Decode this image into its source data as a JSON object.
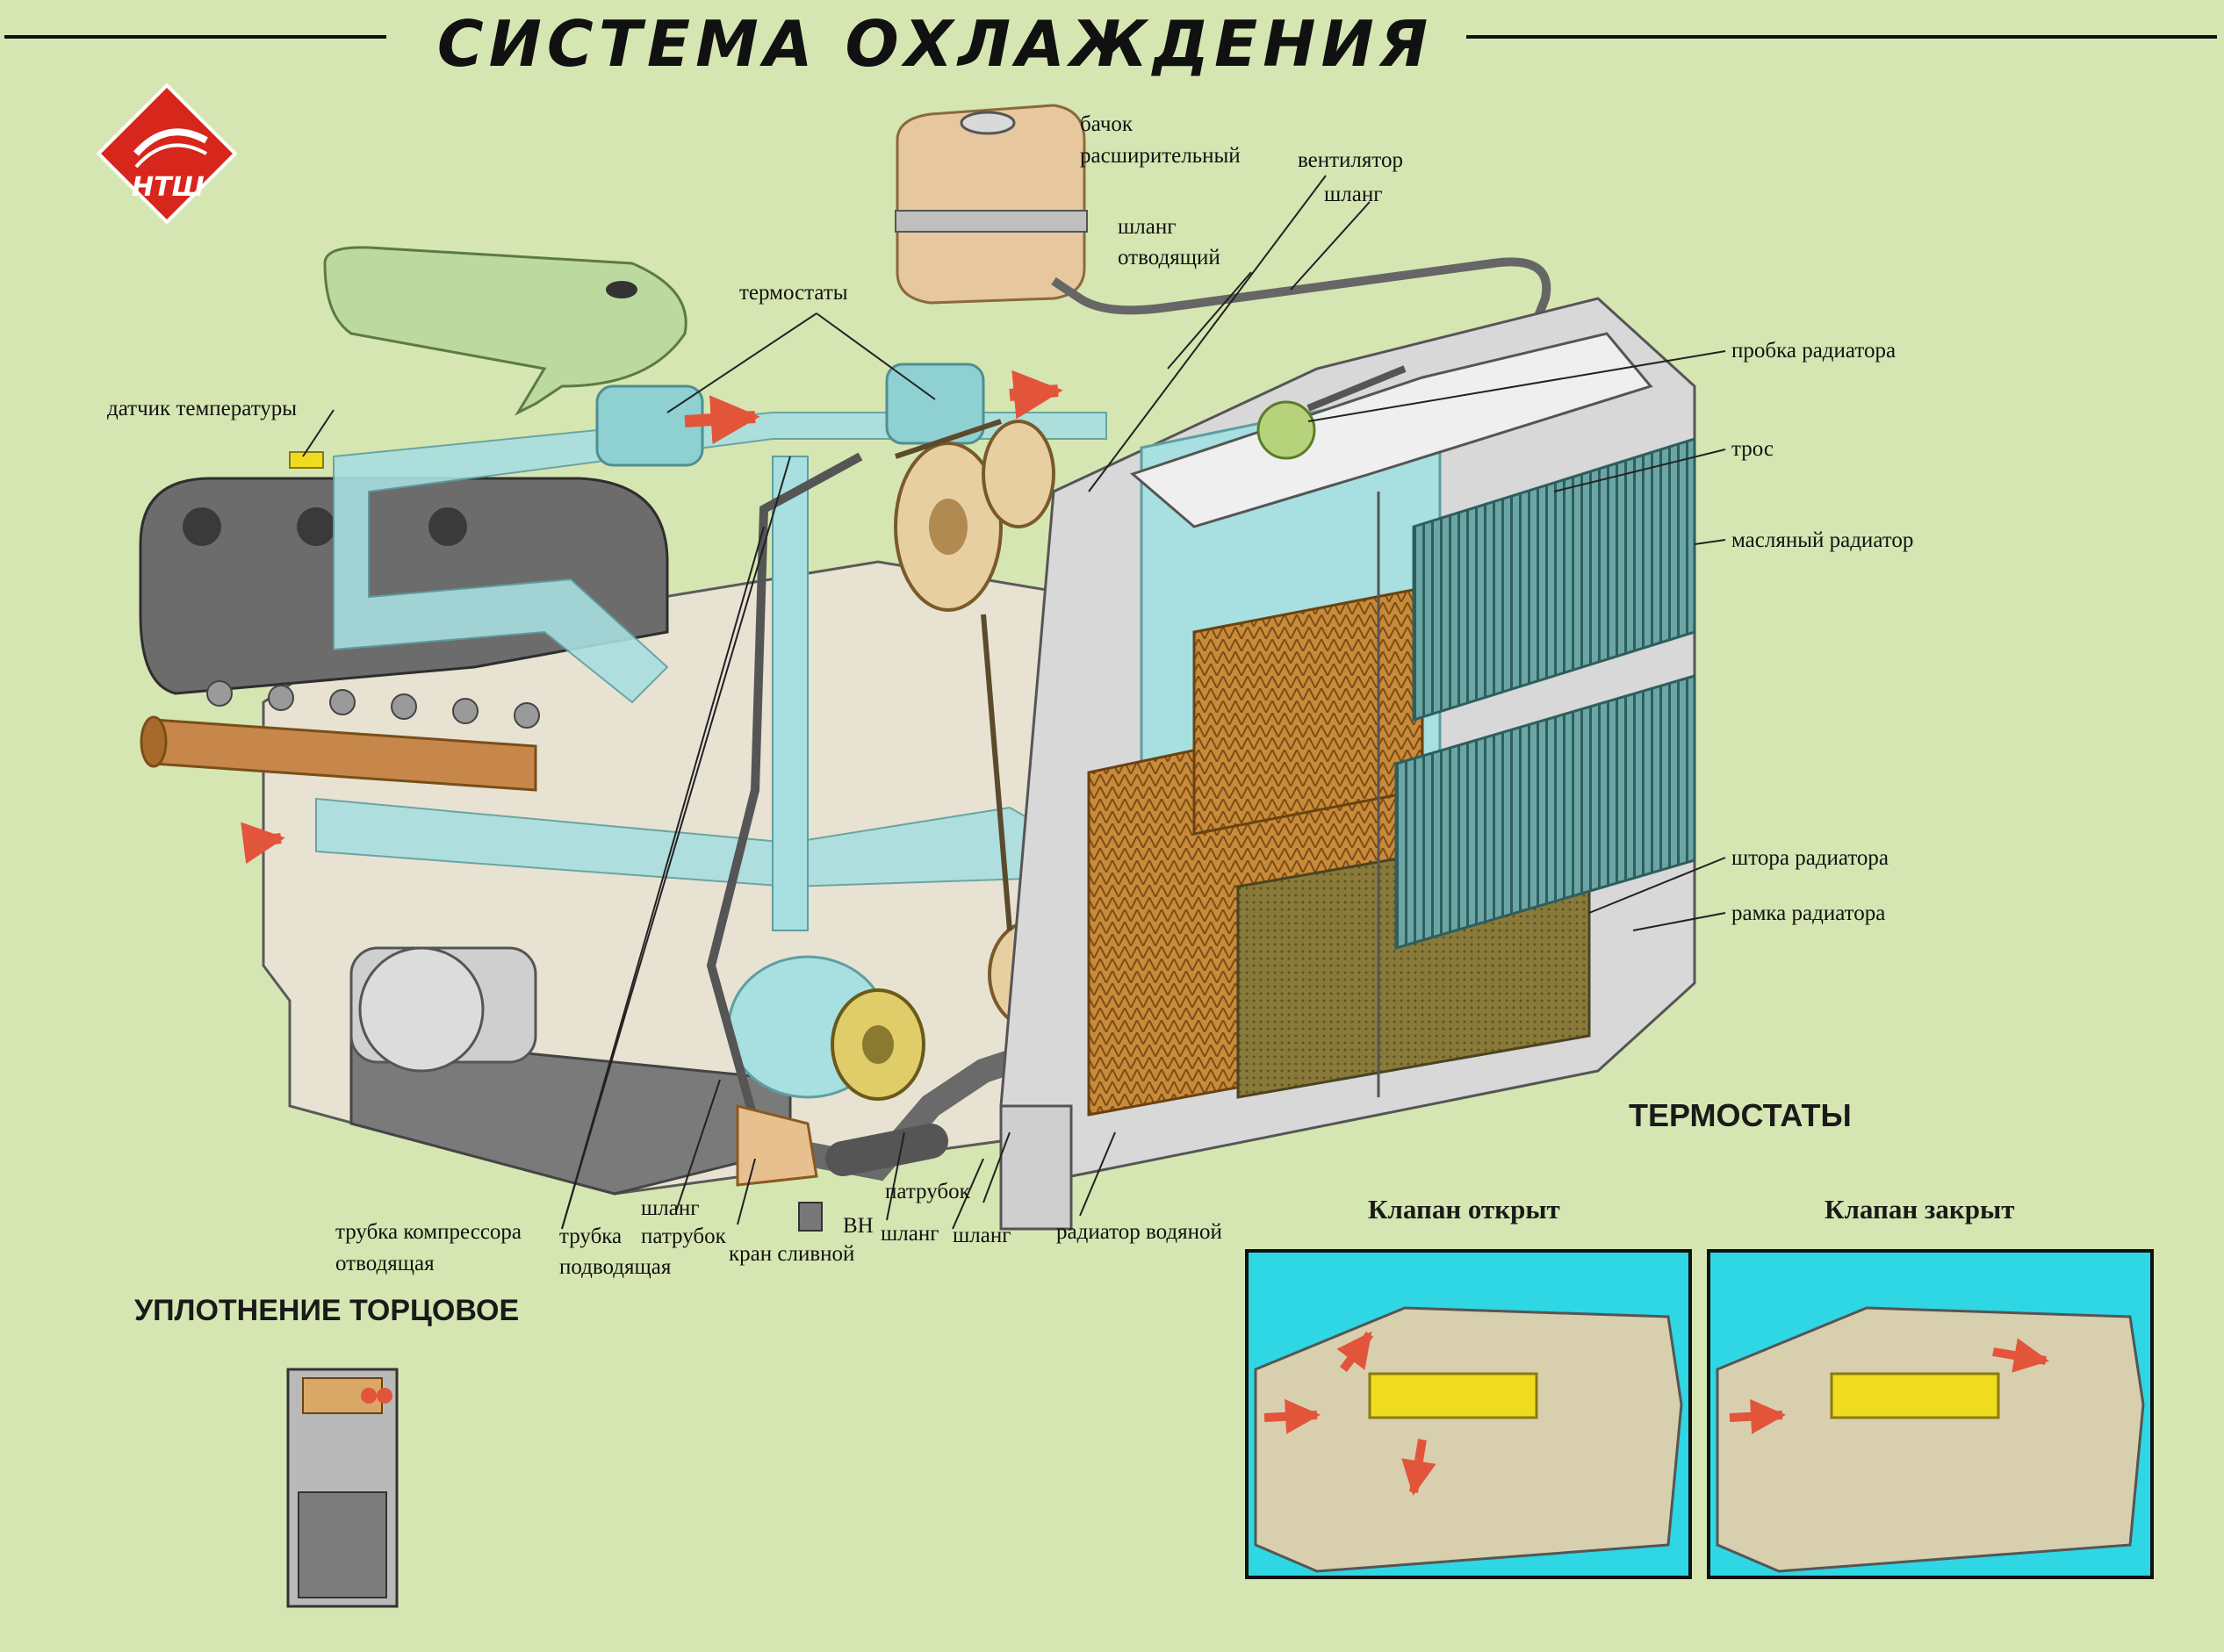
{
  "title": "СИСТЕМА  ОХЛАЖДЕНИЯ",
  "logo": {
    "text": "НТШ"
  },
  "labels": {
    "expansion_tank_1": "бачок",
    "expansion_tank_2": "расширительный",
    "fan": "вентилятор",
    "hose_top": "шланг",
    "outlet_hose_1": "шланг",
    "outlet_hose_2": "отводящий",
    "thermostats": "термостаты",
    "temp_sensor": "датчик температуры",
    "radiator_cap": "пробка радиатора",
    "cable": "трос",
    "oil_radiator": "масляный радиатор",
    "radiator_shutter": "штора радиатора",
    "radiator_frame": "рамка радиатора",
    "compressor_pipe_1": "трубка компрессора",
    "compressor_pipe_2": "отводящая",
    "supply_pipe_1": "трубка",
    "supply_pipe_2": "подводящая",
    "hose_a": "шланг",
    "pipe_a": "патрубок",
    "drain_valve": "кран сливной",
    "vn": "ВН",
    "hose_b": "шланг",
    "pipe_b": "патрубок",
    "hose_c": "шланг",
    "water_radiator": "радиатор водяной"
  },
  "sections": {
    "thermostats_title": "ТЕРМОСТАТЫ",
    "valve_open": "Клапан  открыт",
    "valve_closed": "Клапан  закрыт",
    "seal_title": "УПЛОТНЕНИЕ ТОРЦОВОЕ"
  },
  "colors": {
    "background": "#d6e6b2",
    "coolant": "#a8dfe0",
    "arrow": "#e2553b",
    "logo_red": "#d7261b",
    "thermostat_yellow": "#f0dc1e",
    "inset_bg": "#2fd6e4"
  }
}
